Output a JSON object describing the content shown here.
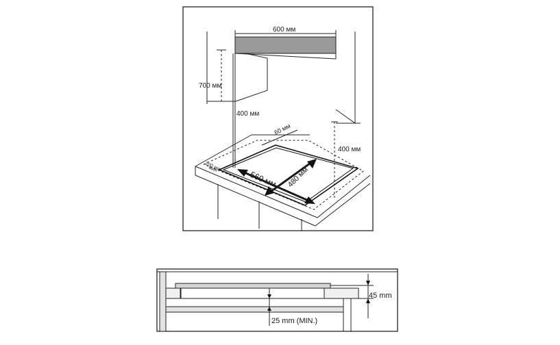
{
  "top_diagram": {
    "width_label": "600 мм",
    "height_label_left": "700 мм",
    "cabinet_gap_label": "400 мм",
    "right_side_label": "400 мм",
    "back_clearance_label": "60 мм",
    "side_clearance_label_1": "200 мм",
    "side_clearance_label_2": "мин",
    "cutout_width_label": "560 мм",
    "cutout_depth_label": "480 мм"
  },
  "bottom_diagram": {
    "depth_label": "45 mm",
    "clearance_label": "25 mm (MIN.)"
  }
}
